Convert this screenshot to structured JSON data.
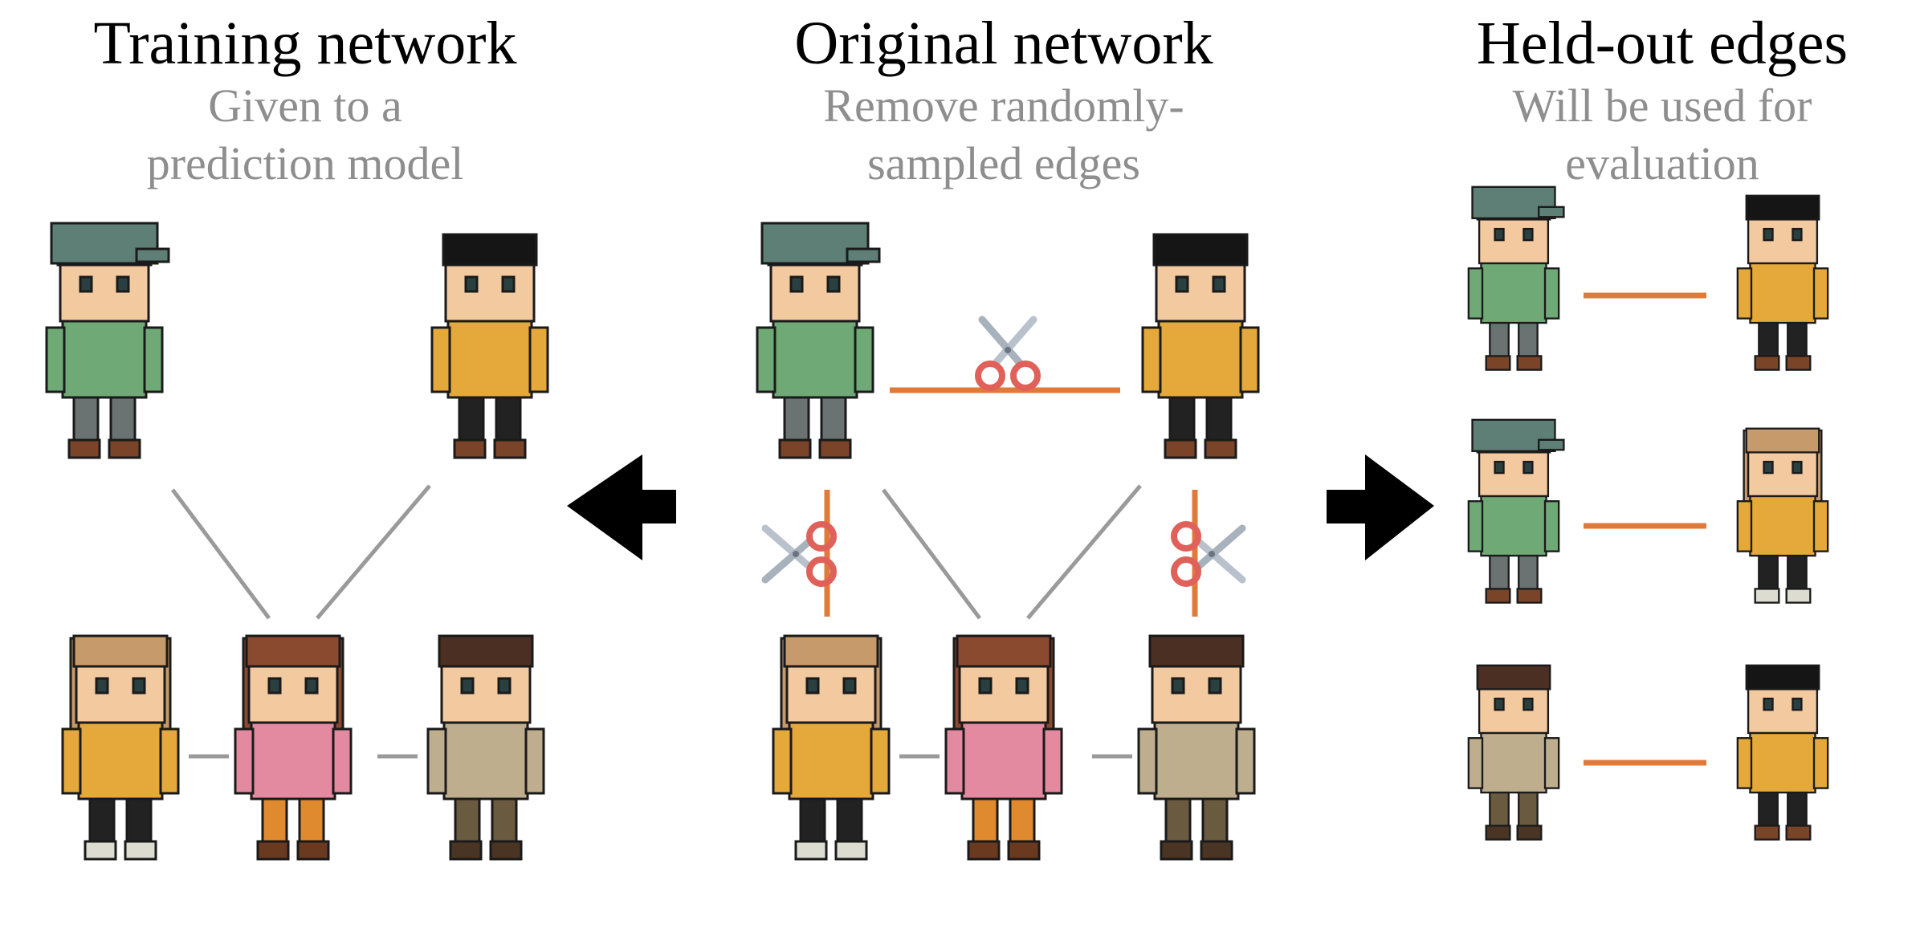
{
  "panels": {
    "training": {
      "title": "Training network",
      "subtitle_lines": [
        "Given to a",
        "prediction model"
      ]
    },
    "original": {
      "title": "Original network",
      "subtitle_lines": [
        "Remove randomly-",
        "sampled edges"
      ]
    },
    "heldout": {
      "title": "Held-out edges",
      "subtitle_lines": [
        "Will be used for",
        "evaluation"
      ]
    }
  },
  "colors": {
    "kept_edge": "#9a9a9a",
    "held_edge": "#e07a3a",
    "subtitle": "#8e8e8e",
    "arrow": "#000000",
    "scissors_handle": "#e0605a",
    "scissors_blade": "#b9c2cc"
  },
  "characters": {
    "cap_boy": {
      "skin": "#f3c9a0",
      "hair": "#4a2f22",
      "outfit": "#6faa76",
      "hat": "#5d7f76",
      "pants": "#6b7272",
      "shoes": "#7a4428"
    },
    "dark_boy": {
      "skin": "#f3c9a0",
      "hair": "#151515",
      "outfit": "#e4a93a",
      "hat": "",
      "pants": "#222222",
      "shoes": "#7a4428"
    },
    "blonde_girl": {
      "skin": "#f3c9a0",
      "hair": "#c79a6b",
      "outfit": "#e4a93a",
      "hat": "",
      "pants": "#222222",
      "shoes": "#dcdcd0"
    },
    "pink_girl": {
      "skin": "#f3c9a0",
      "hair": "#8a4a30",
      "outfit": "#e38aa0",
      "hat": "",
      "pants": "#e08a30",
      "shoes": "#6a3a20"
    },
    "brown_boy": {
      "skin": "#f3c9a0",
      "hair": "#4a2f22",
      "outfit": "#bfae8e",
      "hat": "",
      "pants": "#6a5a40",
      "shoes": "#4a3424"
    }
  },
  "icons": {
    "scissors": "scissors-icon",
    "arrow_left": "arrow-left-icon",
    "arrow_right": "arrow-right-icon"
  }
}
